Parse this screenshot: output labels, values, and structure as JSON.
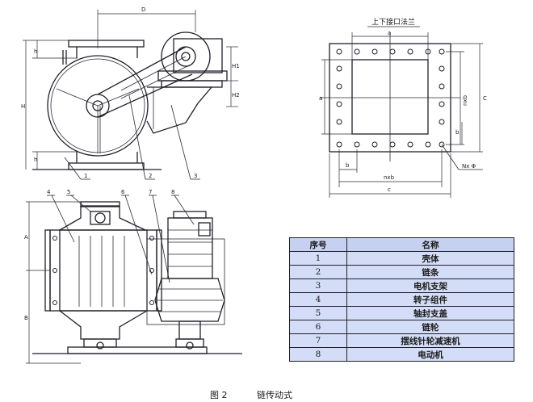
{
  "side_view": {
    "dim_D": "D",
    "dim_H": "H",
    "dim_H1": "H1",
    "dim_H2": "H2",
    "dim_h_top": "h",
    "dim_h_bottom": "h",
    "callouts": [
      "1",
      "2",
      "3"
    ]
  },
  "flange_view": {
    "title": "上下接口法兰",
    "dim_a_top": "a",
    "dim_a_left": "a",
    "dim_b_left": "b",
    "dim_b_right": "b",
    "dim_nxb_bottom": "nxb",
    "dim_nxb_right": "nxb",
    "dim_c_bottom": "c",
    "dim_C_right": "C",
    "hole_note": "Nx Φ"
  },
  "front_view": {
    "dim_A": "A",
    "dim_B": "B",
    "callouts": [
      "4",
      "5",
      "6",
      "7",
      "8"
    ]
  },
  "parts_table": {
    "header": {
      "no": "序号",
      "name": "名称"
    },
    "rows": [
      {
        "no": "1",
        "name": "壳体"
      },
      {
        "no": "2",
        "name": "链条"
      },
      {
        "no": "3",
        "name": "电机支架"
      },
      {
        "no": "4",
        "name": "转子组件"
      },
      {
        "no": "5",
        "name": "轴封支盖"
      },
      {
        "no": "6",
        "name": "链轮"
      },
      {
        "no": "7",
        "name": "摆线针轮减速机"
      },
      {
        "no": "8",
        "name": "电动机"
      }
    ]
  },
  "caption": {
    "figure": "图 2",
    "title": "链传动式"
  }
}
